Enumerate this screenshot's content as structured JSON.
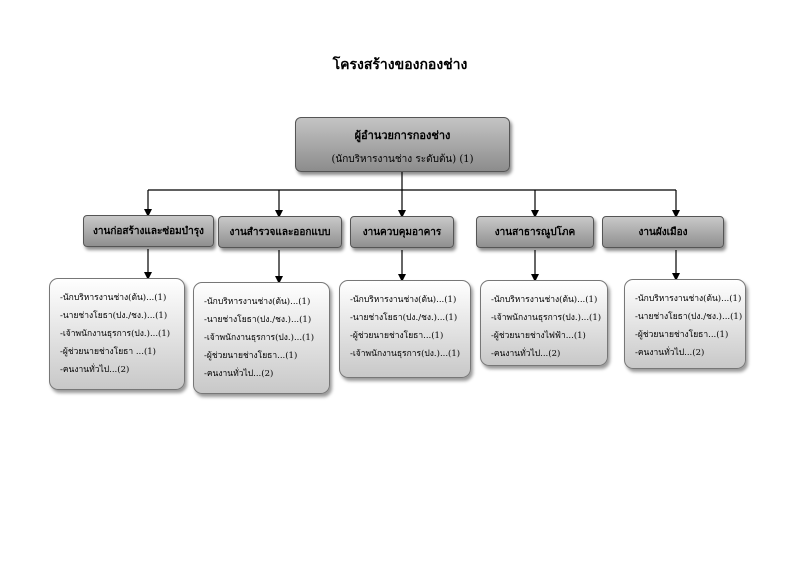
{
  "title": "โครงสร้างของกองช่าง",
  "head": {
    "title": "ผู้อำนวยการกองช่าง",
    "subtitle": "(นักบริหารงานช่าง ระดับต้น) (1)"
  },
  "units": [
    {
      "name": "งานก่อสร้างและซ่อมบำรุง",
      "staff": [
        "-นักบริหารงานช่าง(ต้น)...(1)",
        "-นายช่างโยธา(ปง./ชง.)...(1)",
        "-เจ้าพนักงานธุรการ(ปง.)...(1)",
        "-ผู้ช่วยนายช่างโยธา ...(1)",
        "-คนงานทั่วไป...(2)"
      ]
    },
    {
      "name": "งานสำรวจและออกแบบ",
      "staff": [
        "-นักบริหารงานช่าง(ต้น)...(1)",
        "-นายช่างโยธา(ปง./ชง.)...(1)",
        "-เจ้าพนักงานธุรการ(ปง.)...(1)",
        "-ผู้ช่วยนายช่างโยธา...(1)",
        "-คนงานทั่วไป...(2)"
      ]
    },
    {
      "name": "งานควบคุมอาคาร",
      "staff": [
        "-นักบริหารงานช่าง(ต้น)...(1)",
        "-นายช่างโยธา(ปง./ชง.)...(1)",
        "-ผู้ช่วยนายช่างโยธา...(1)",
        "-เจ้าพนักงานธุรการ(ปง.)...(1)"
      ]
    },
    {
      "name": "งานสาธารณูปโภค",
      "staff": [
        "-นักบริหารงานช่าง(ต้น)...(1)",
        "-เจ้าพนักงานธุรการ(ปง.)...(1)",
        "-ผู้ช่วยนายช่างไฟฟ้า...(1)",
        "-คนงานทั่วไป...(2)"
      ]
    },
    {
      "name": "งานผังเมือง",
      "staff": [
        "-นักบริหารงานช่าง(ต้น)...(1)",
        "-นายช่างโยธา(ปง./ชง.)...(1)",
        "-ผู้ช่วยนายช่างโยธา...(1)",
        "-คนงานทั่วไป...(2)"
      ]
    }
  ]
}
